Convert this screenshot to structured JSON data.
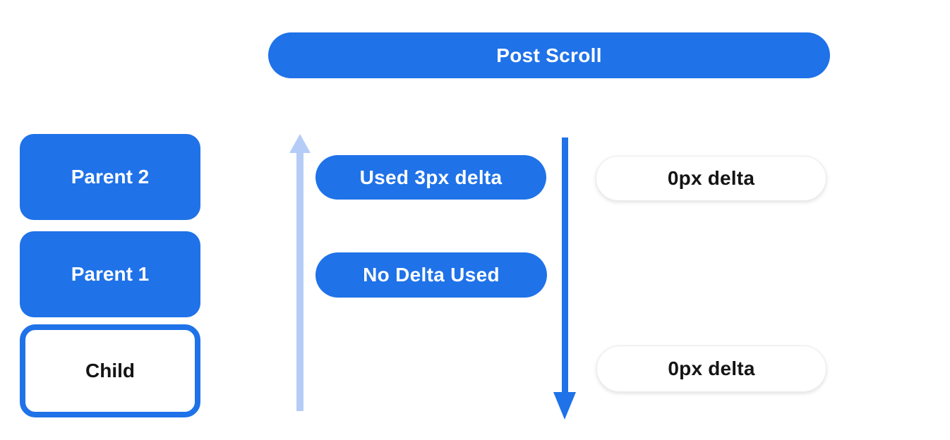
{
  "header": {
    "label": "Post Scroll"
  },
  "colors": {
    "primary_blue": "#1f72e8",
    "light_blue": "#b5cdf6",
    "pill_border": "#ececec",
    "text_dark": "#141414",
    "background": "#ffffff"
  },
  "scroll_chain": {
    "boxes": [
      {
        "label": "Parent 2",
        "variant": "filled"
      },
      {
        "label": "Parent 1",
        "variant": "filled"
      },
      {
        "label": "Child",
        "variant": "outlined"
      }
    ]
  },
  "delta_results": {
    "middle": [
      {
        "label": "Used 3px delta"
      },
      {
        "label": "No Delta Used"
      }
    ],
    "right": [
      {
        "label": "0px delta"
      },
      {
        "label": "0px delta"
      }
    ]
  },
  "arrows": [
    {
      "name": "up-arrow",
      "direction": "up",
      "color_key": "light_blue"
    },
    {
      "name": "down-arrow",
      "direction": "down",
      "color_key": "primary_blue"
    }
  ]
}
